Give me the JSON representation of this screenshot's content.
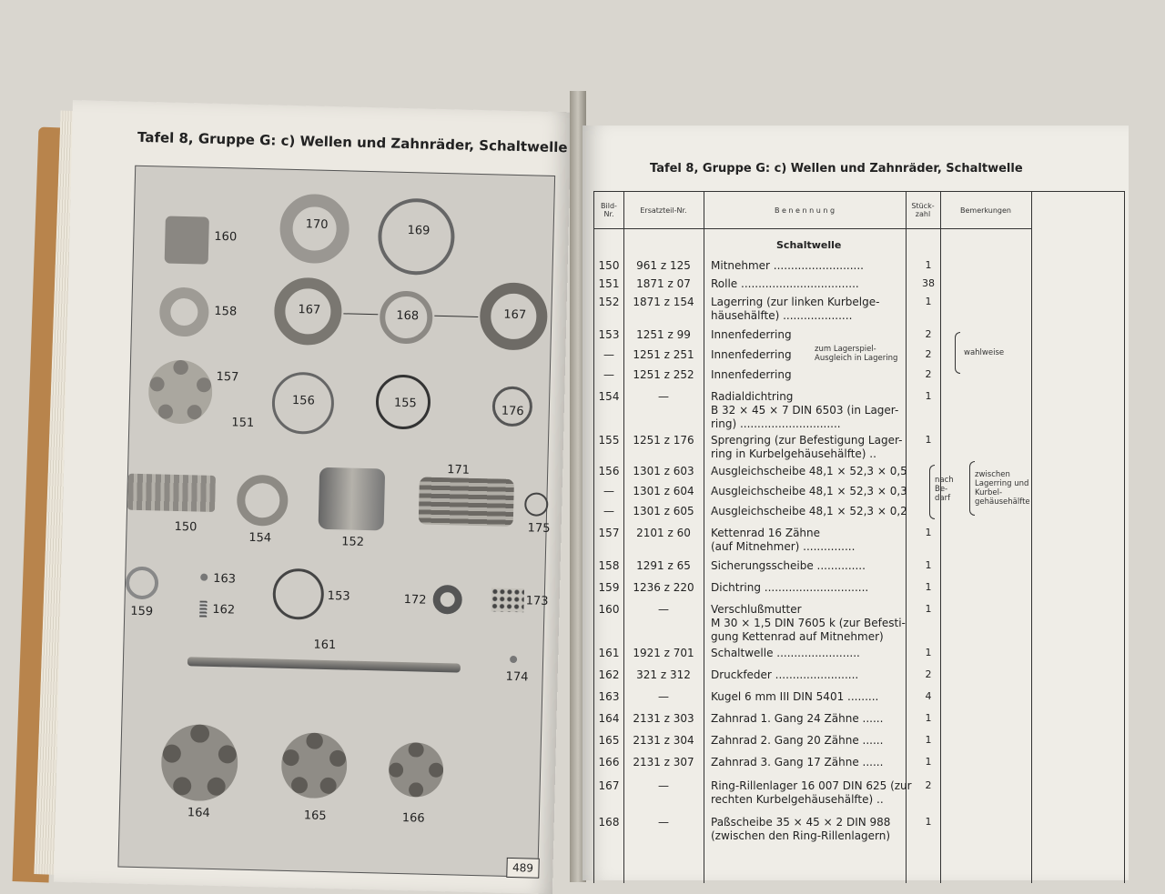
{
  "left_page": {
    "title": "Tafel 8, Gruppe G: c) Wellen und Zahnräder, Schaltwelle",
    "page_number": "489",
    "part_labels": [
      "160",
      "170",
      "169",
      "158",
      "167",
      "168",
      "167",
      "157",
      "151",
      "156",
      "155",
      "176",
      "150",
      "154",
      "152",
      "171",
      "175",
      "163",
      "162",
      "153",
      "172",
      "173",
      "159",
      "161",
      "174",
      "164",
      "165",
      "166"
    ]
  },
  "right_page": {
    "title": "Tafel 8, Gruppe G: c) Wellen und Zahnräder, Schaltwelle",
    "headers": {
      "bild_nr": "Bild-\nNr.",
      "ersatzteil": "Ersatzteil-Nr.",
      "benennung": "B e n e n n u n g",
      "stueckzahl": "Stück-\nzahl",
      "bemerkungen": "Bemerkungen"
    },
    "section": "Schaltwelle",
    "rows": [
      {
        "nr": "150",
        "ers": "961 z 125",
        "ben": "Mitnehmer ..........................",
        "st": "1"
      },
      {
        "nr": "151",
        "ers": "1871 z 07",
        "ben": "Rolle ..................................",
        "st": "38"
      },
      {
        "nr": "152",
        "ers": "1871 z 154",
        "ben": "Lagerring (zur linken Kurbelge-\nhäusehälfte) ....................",
        "st": "1"
      },
      {
        "nr": "153",
        "ers": "1251 z 99",
        "ben": "Innenfederring",
        "st": "2"
      },
      {
        "nr": "—",
        "ers": "1251 z 251",
        "ben": "Innenfederring",
        "st": "2"
      },
      {
        "nr": "—",
        "ers": "1251 z 252",
        "ben": "Innenfederring",
        "st": "2"
      },
      {
        "nr": "154",
        "ers": "—",
        "ben": "Radialdichtring\n  B 32 × 45 × 7 DIN 6503 (in Lager-\n  ring) .............................",
        "st": "1"
      },
      {
        "nr": "155",
        "ers": "1251 z 176",
        "ben": "Sprengring (zur Befestigung Lager-\nring in Kurbelgehäusehälfte) ..",
        "st": "1"
      },
      {
        "nr": "156",
        "ers": "1301 z 603",
        "ben": "Ausgleichscheibe  48,1 × 52,3 × 0,5",
        "st": ""
      },
      {
        "nr": "—",
        "ers": "1301 z 604",
        "ben": "Ausgleichscheibe  48,1 × 52,3 × 0,3",
        "st": ""
      },
      {
        "nr": "—",
        "ers": "1301 z 605",
        "ben": "Ausgleichscheibe  48,1 × 52,3 × 0,2",
        "st": ""
      },
      {
        "nr": "157",
        "ers": "2101 z 60",
        "ben": "Kettenrad 16 Zähne\n(auf Mitnehmer) ...............",
        "st": "1"
      },
      {
        "nr": "158",
        "ers": "1291 z 65",
        "ben": "Sicherungsscheibe ..............",
        "st": "1"
      },
      {
        "nr": "159",
        "ers": "1236 z 220",
        "ben": "Dichtring ..............................",
        "st": "1"
      },
      {
        "nr": "160",
        "ers": "—",
        "ben": "Verschlußmutter\n  M 30 × 1,5 DIN 7605 k (zur Befesti-\n  gung Kettenrad auf Mitnehmer)",
        "st": "1"
      },
      {
        "nr": "161",
        "ers": "1921 z 701",
        "ben": "Schaltwelle ........................",
        "st": "1"
      },
      {
        "nr": "162",
        "ers": "321 z 312",
        "ben": "Druckfeder ........................",
        "st": "2"
      },
      {
        "nr": "163",
        "ers": "—",
        "ben": "Kugel 6 mm III DIN 5401 .........",
        "st": "4"
      },
      {
        "nr": "164",
        "ers": "2131 z 303",
        "ben": "Zahnrad 1. Gang 24 Zähne ......",
        "st": "1"
      },
      {
        "nr": "165",
        "ers": "2131 z 304",
        "ben": "Zahnrad 2. Gang 20 Zähne ......",
        "st": "1"
      },
      {
        "nr": "166",
        "ers": "2131 z 307",
        "ben": "Zahnrad 3. Gang 17 Zähne ......",
        "st": "1"
      },
      {
        "nr": "167",
        "ers": "—",
        "ben": "Ring-Rillenlager 16 007 DIN 625 (zur\nrechten Kurbelgehäusehälfte) ..",
        "st": "2"
      },
      {
        "nr": "168",
        "ers": "—",
        "ben": "Paßscheibe 35 × 45 × 2 DIN 988\n(zwischen den Ring-Rillenlagern)",
        "st": "1"
      }
    ],
    "notes": {
      "lagerspiel": "zum Lagerspiel-\nAusgleich in Lagering",
      "wahlweise": "wahlweise",
      "nach_bedarf": "nach\nBe-\ndarf",
      "zwischen": "zwischen\nLagerring und\nKurbel-\ngehäusehälfte"
    }
  }
}
